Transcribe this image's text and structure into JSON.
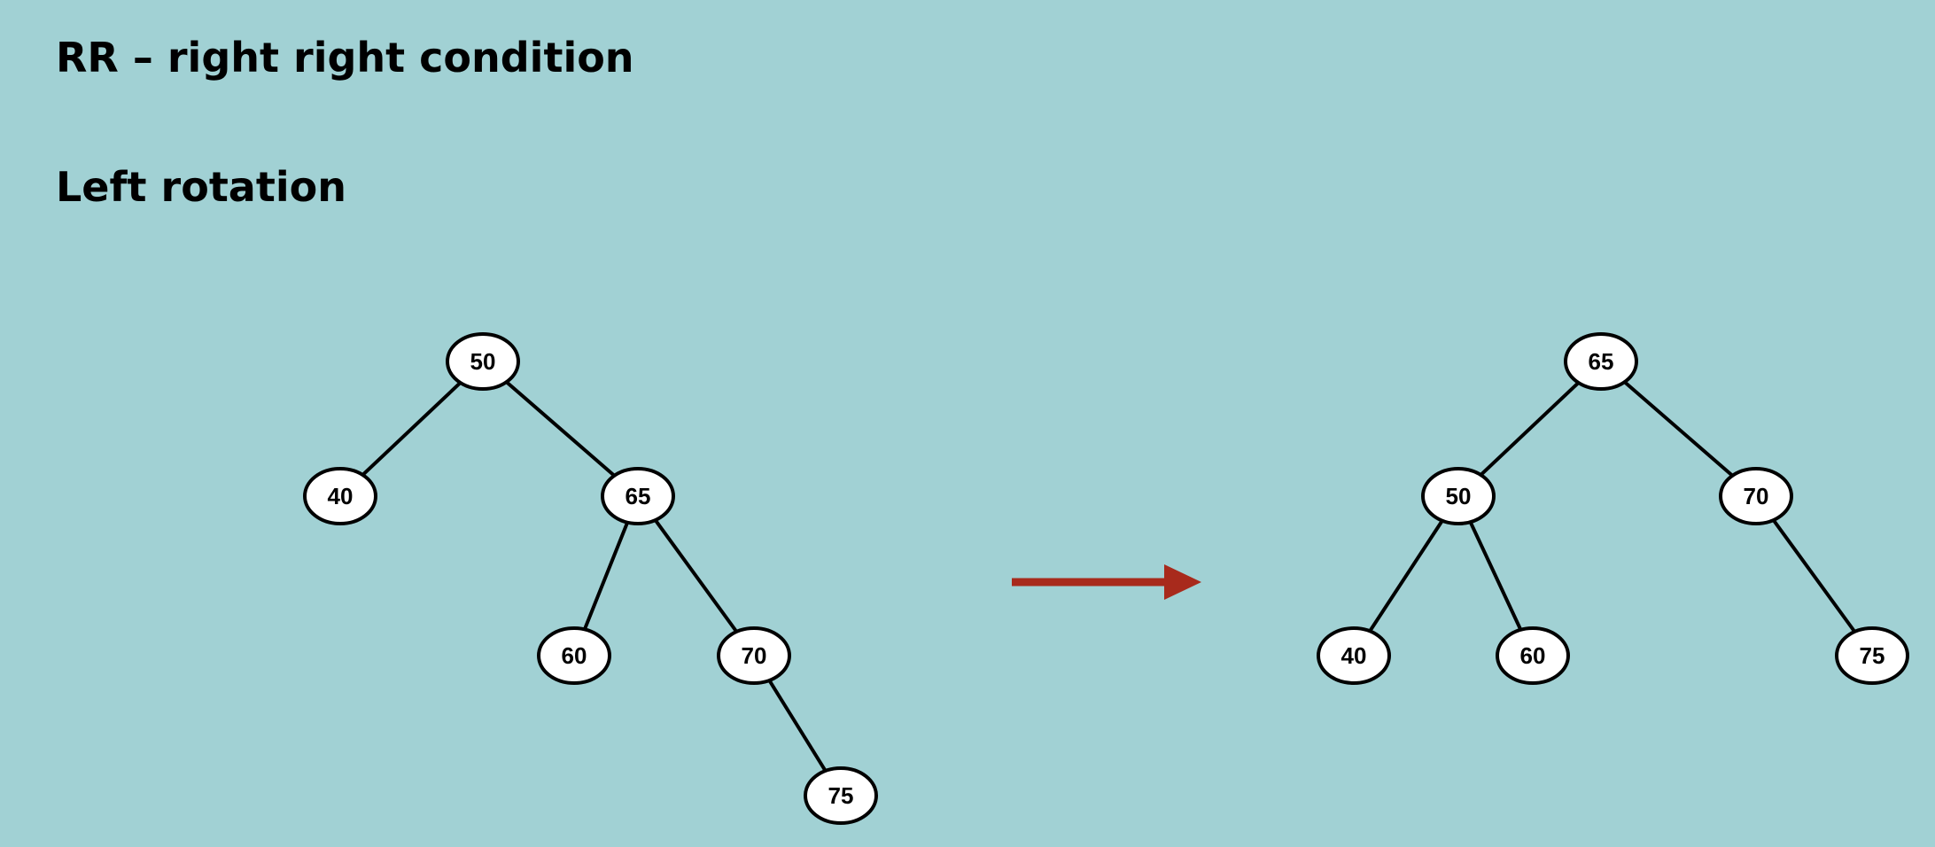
{
  "title": "RR – right right condition",
  "subtitle": "Left rotation",
  "colors": {
    "background": "#a1d1d4",
    "node_fill": "#ffffff",
    "node_stroke": "#000000",
    "edge": "#000000",
    "arrow": "#a82a1c"
  },
  "before_tree": {
    "nodes": [
      {
        "id": "b50",
        "label": "50"
      },
      {
        "id": "b40",
        "label": "40"
      },
      {
        "id": "b65",
        "label": "65"
      },
      {
        "id": "b60",
        "label": "60"
      },
      {
        "id": "b70",
        "label": "70"
      },
      {
        "id": "b75",
        "label": "75"
      }
    ],
    "edges": [
      [
        "b50",
        "b40"
      ],
      [
        "b50",
        "b65"
      ],
      [
        "b65",
        "b60"
      ],
      [
        "b65",
        "b70"
      ],
      [
        "b70",
        "b75"
      ]
    ]
  },
  "after_tree": {
    "nodes": [
      {
        "id": "a65",
        "label": "65"
      },
      {
        "id": "a50",
        "label": "50"
      },
      {
        "id": "a70",
        "label": "70"
      },
      {
        "id": "a40",
        "label": "40"
      },
      {
        "id": "a60",
        "label": "60"
      },
      {
        "id": "a75",
        "label": "75"
      }
    ],
    "edges": [
      [
        "a65",
        "a50"
      ],
      [
        "a65",
        "a70"
      ],
      [
        "a50",
        "a40"
      ],
      [
        "a50",
        "a60"
      ],
      [
        "a70",
        "a75"
      ]
    ]
  },
  "arrow_icon": "arrow-right-icon"
}
